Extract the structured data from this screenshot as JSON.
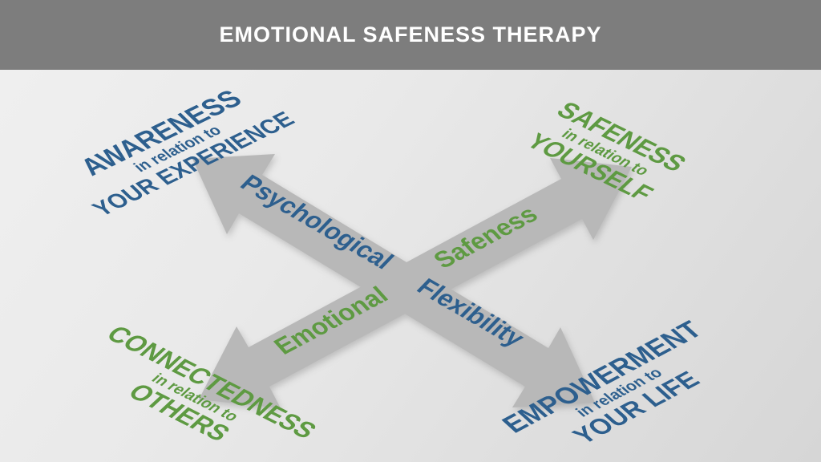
{
  "header": {
    "title": "EMOTIONAL SAFENESS THERAPY",
    "bg_color": "#7d7d7d",
    "text_color": "#ffffff"
  },
  "colors": {
    "blue": "#2d5f8e",
    "green": "#5e9a42",
    "arrow_gray": "#b8b8b8",
    "background_top": "#f0f0f0",
    "background_bottom": "#d6d6d6"
  },
  "diagram": {
    "axes": [
      {
        "name": "psychological-flexibility",
        "color": "#2d5f8e",
        "words": [
          "Psychological",
          "Flexibility"
        ]
      },
      {
        "name": "emotional-safeness",
        "color": "#5e9a42",
        "words": [
          "Emotional",
          "Safeness"
        ]
      }
    ],
    "corners": [
      {
        "position": "top-left",
        "title": "AWARENESS",
        "subtitle": "in relation to",
        "object": "YOUR EXPERIENCE",
        "color": "#2d5f8e"
      },
      {
        "position": "top-right",
        "title": "SAFENESS",
        "subtitle": "in relation to",
        "object": "YOURSELF",
        "color": "#5e9a42"
      },
      {
        "position": "bottom-left",
        "title": "CONNECTEDNESS",
        "subtitle": "in relation to",
        "object": "OTHERS",
        "color": "#5e9a42"
      },
      {
        "position": "bottom-right",
        "title": "EMPOWERMENT",
        "subtitle": "in relation to",
        "object": "YOUR LIFE",
        "color": "#2d5f8e"
      }
    ]
  }
}
